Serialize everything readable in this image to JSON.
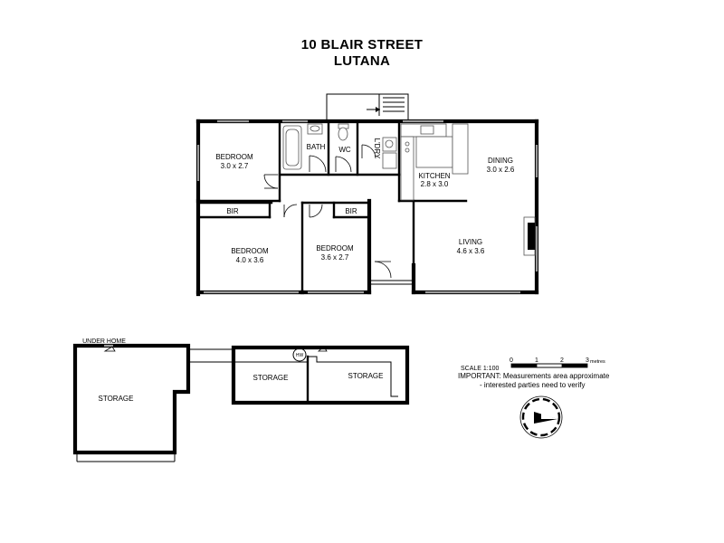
{
  "header": {
    "address_line1": "10 BLAIR STREET",
    "address_line2": "LUTANA"
  },
  "rooms": {
    "bedroom1": {
      "name": "BEDROOM",
      "size": "3.0 x 2.7"
    },
    "bath": {
      "name": "BATH"
    },
    "wc": {
      "name": "WC"
    },
    "laundry": {
      "name": "L'DRY"
    },
    "kitchen": {
      "name": "KITCHEN",
      "size": "2.8 x 3.0"
    },
    "dining": {
      "name": "DINING",
      "size": "3.0 x 2.6"
    },
    "bir1": {
      "name": "BIR"
    },
    "bir2": {
      "name": "BIR"
    },
    "bedroom2": {
      "name": "BEDROOM",
      "size": "4.0 x 3.6"
    },
    "bedroom3": {
      "name": "BEDROOM",
      "size": "3.6 x 2.7"
    },
    "living": {
      "name": "LIVING",
      "size": "4.6 x 3.6"
    }
  },
  "lower": {
    "under_home": "UNDER HOME",
    "storage_left": "STORAGE",
    "storage_mid": "STORAGE",
    "storage_right": "STORAGE",
    "hot_water": "HW"
  },
  "scale": {
    "label": "SCALE 1:100",
    "ticks": [
      "0",
      "1",
      "2",
      "3"
    ],
    "unit": "metres",
    "note_line1": "IMPORTANT: Measurements area approximate",
    "note_line2": "- interested parties need to verify"
  }
}
